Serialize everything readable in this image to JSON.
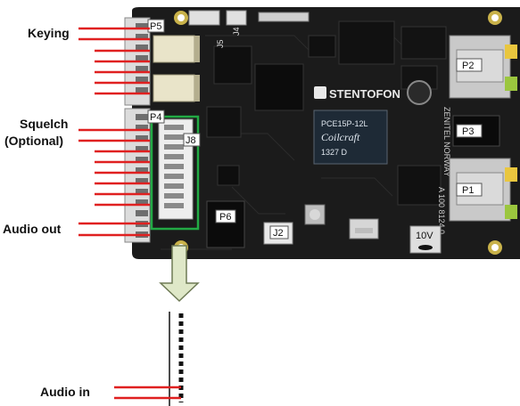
{
  "labels": {
    "keying": "Keying",
    "squelch": "Squelch",
    "squelch_optional": "(Optional)",
    "audio_out": "Audio out",
    "audio_in": "Audio in"
  },
  "board": {
    "brand": "STENTOFON",
    "maker": "ZENITEL NORWAY",
    "part_number": "A 100 8124.0",
    "transformer_text": [
      "PCE15P-12L",
      "Coilcraft",
      "1327 D"
    ],
    "port_labels": [
      "P5",
      "P4",
      "J8",
      "J5",
      "J4",
      "P6",
      "J2",
      "P2",
      "P3",
      "P1"
    ],
    "voltage_mark": "10V"
  },
  "colors": {
    "board": "#1a1a1a",
    "wire": "#e02020",
    "highlight_box": "#22aa44",
    "arrow_fill": "#dfe8c8",
    "arrow_stroke": "#6e7a55",
    "label_box": "#ffffff"
  }
}
